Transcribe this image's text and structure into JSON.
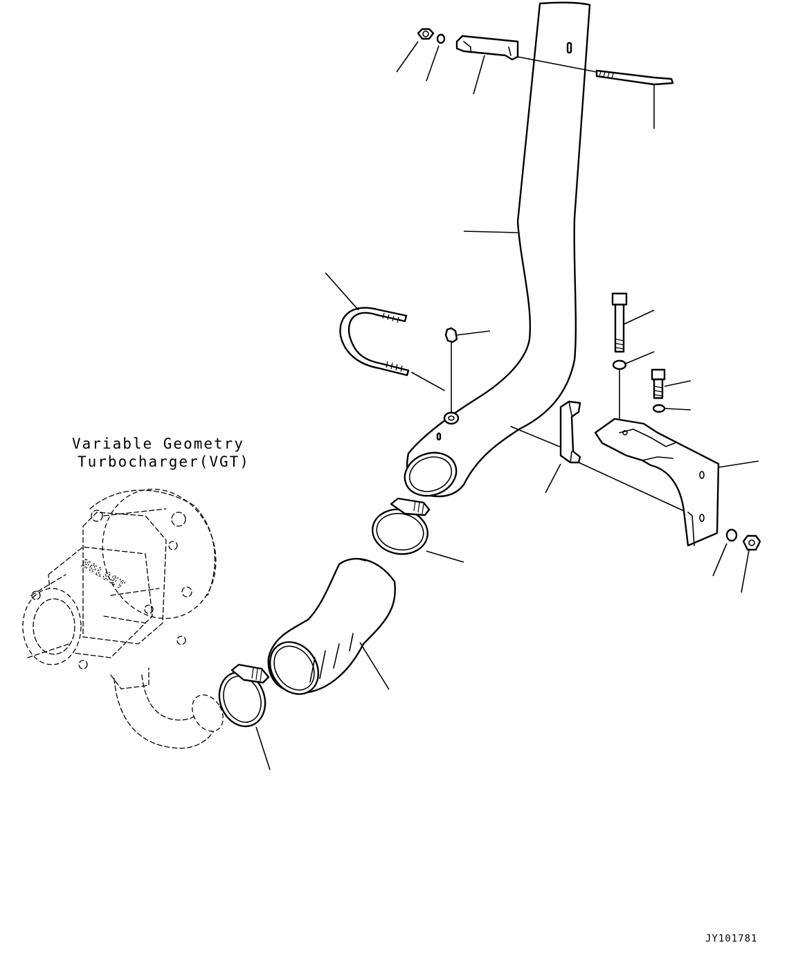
{
  "turbo_label": {
    "line1": "Variable Geometry",
    "line2": "Turbocharger(VGT)"
  },
  "turbo_brand": "HOLSET",
  "drawing_code": "JY101781"
}
